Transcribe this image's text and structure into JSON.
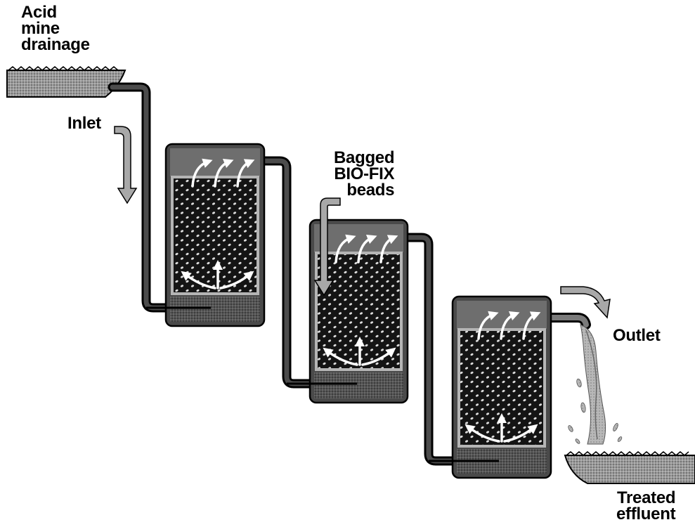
{
  "labels": {
    "source": [
      "Acid",
      "mine",
      "drainage"
    ],
    "inlet": "Inlet",
    "beads": [
      "Bagged",
      "BIO-FIX",
      "beads"
    ],
    "outlet": "Outlet",
    "effluent": [
      "Treated",
      "effluent"
    ]
  },
  "colors": {
    "ink": "#000000",
    "tank_shell": "#4a4a4a",
    "tank_body": "#2a2a2a",
    "headspace": "#6e6e6e",
    "screen": "#b5b5b5",
    "media": "#141414",
    "bead": "#dcdcdc",
    "water": "#8c8c8c",
    "arrow_fill": "#a8a8a8",
    "flow_arrow": "#ffffff"
  },
  "icons": [
    "curved-flow-arrow-icon",
    "bead-icon",
    "down-arrow-icon",
    "splash-icon"
  ]
}
